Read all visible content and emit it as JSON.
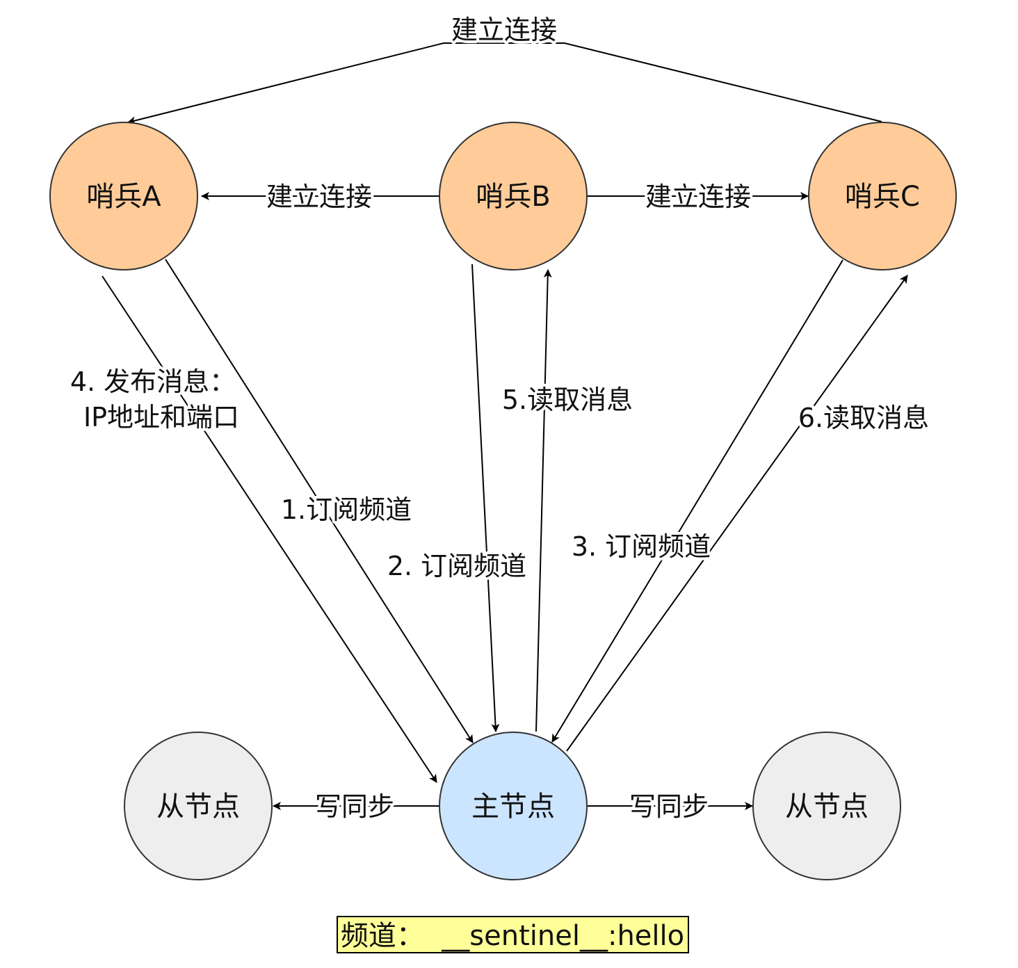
{
  "nodes": {
    "sentinel_a": {
      "label": "哨兵A",
      "fill": "#FFCC99"
    },
    "sentinel_b": {
      "label": "哨兵B",
      "fill": "#FFCC99"
    },
    "sentinel_c": {
      "label": "哨兵C",
      "fill": "#FFCC99"
    },
    "master": {
      "label": "主节点",
      "fill": "#CCE5FF"
    },
    "replica_left": {
      "label": "从节点",
      "fill": "#EEEEEE"
    },
    "replica_right": {
      "label": "从节点",
      "fill": "#EEEEEE"
    }
  },
  "edges": {
    "top_connect": "建立连接",
    "b_to_a": "建立连接",
    "b_to_c": "建立连接",
    "step1": "1.订阅频道",
    "step2": "2. 订阅频道",
    "step3": "3. 订阅频道",
    "step4_line1": "4. 发布消息：",
    "step4_line2": "IP地址和端口",
    "step5": "5.读取消息",
    "step6": "6.读取消息",
    "sync_left": "写同步",
    "sync_right": "写同步"
  },
  "channel": {
    "text": "频道：  __sentinel__:hello",
    "fill": "#FFFF99"
  },
  "colors": {
    "stroke": "#333333",
    "line": "#000000"
  }
}
